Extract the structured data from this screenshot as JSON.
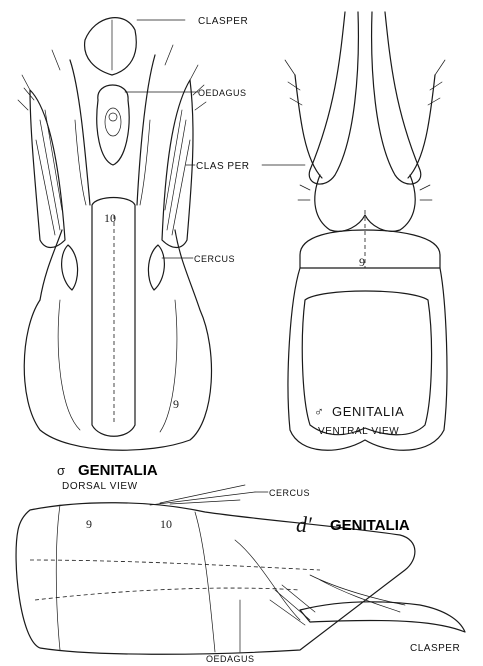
{
  "labels": {
    "clasper_top": "CLASPER",
    "oedagus_dorsal": "OEDAGUS",
    "clasper_mid": "CLAS PER",
    "cercus_dorsal": "CERCUS",
    "cercus_lateral": "CERCUS",
    "oedagus_lateral": "OEDAGUS",
    "clasper_lateral": "CLASPER"
  },
  "captions": {
    "dorsal_symbol": "σ",
    "dorsal_title": "GENITALIA",
    "dorsal_sub": "DORSAL VIEW",
    "ventral_symbol": "♂",
    "ventral_title": "GENITALIA",
    "ventral_sub": "VENTRAL VIEW",
    "lateral_symbol": "d′",
    "lateral_title": "GENITALIA"
  },
  "segment_numbers": {
    "dorsal_10": "10",
    "dorsal_9": "9",
    "ventral_9": "9",
    "lateral_9": "9",
    "lateral_10": "10"
  }
}
